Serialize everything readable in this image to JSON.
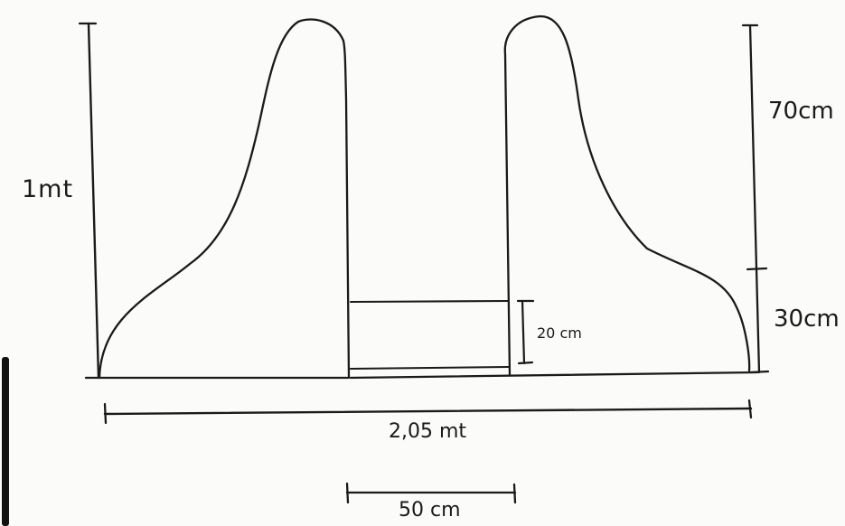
{
  "dimensions": {
    "total_height": "1mt",
    "upper_height": "70cm",
    "lower_height": "30cm",
    "gap_height": "20 cm",
    "total_width": "2,05 mt",
    "gap_width": "50 cm"
  }
}
